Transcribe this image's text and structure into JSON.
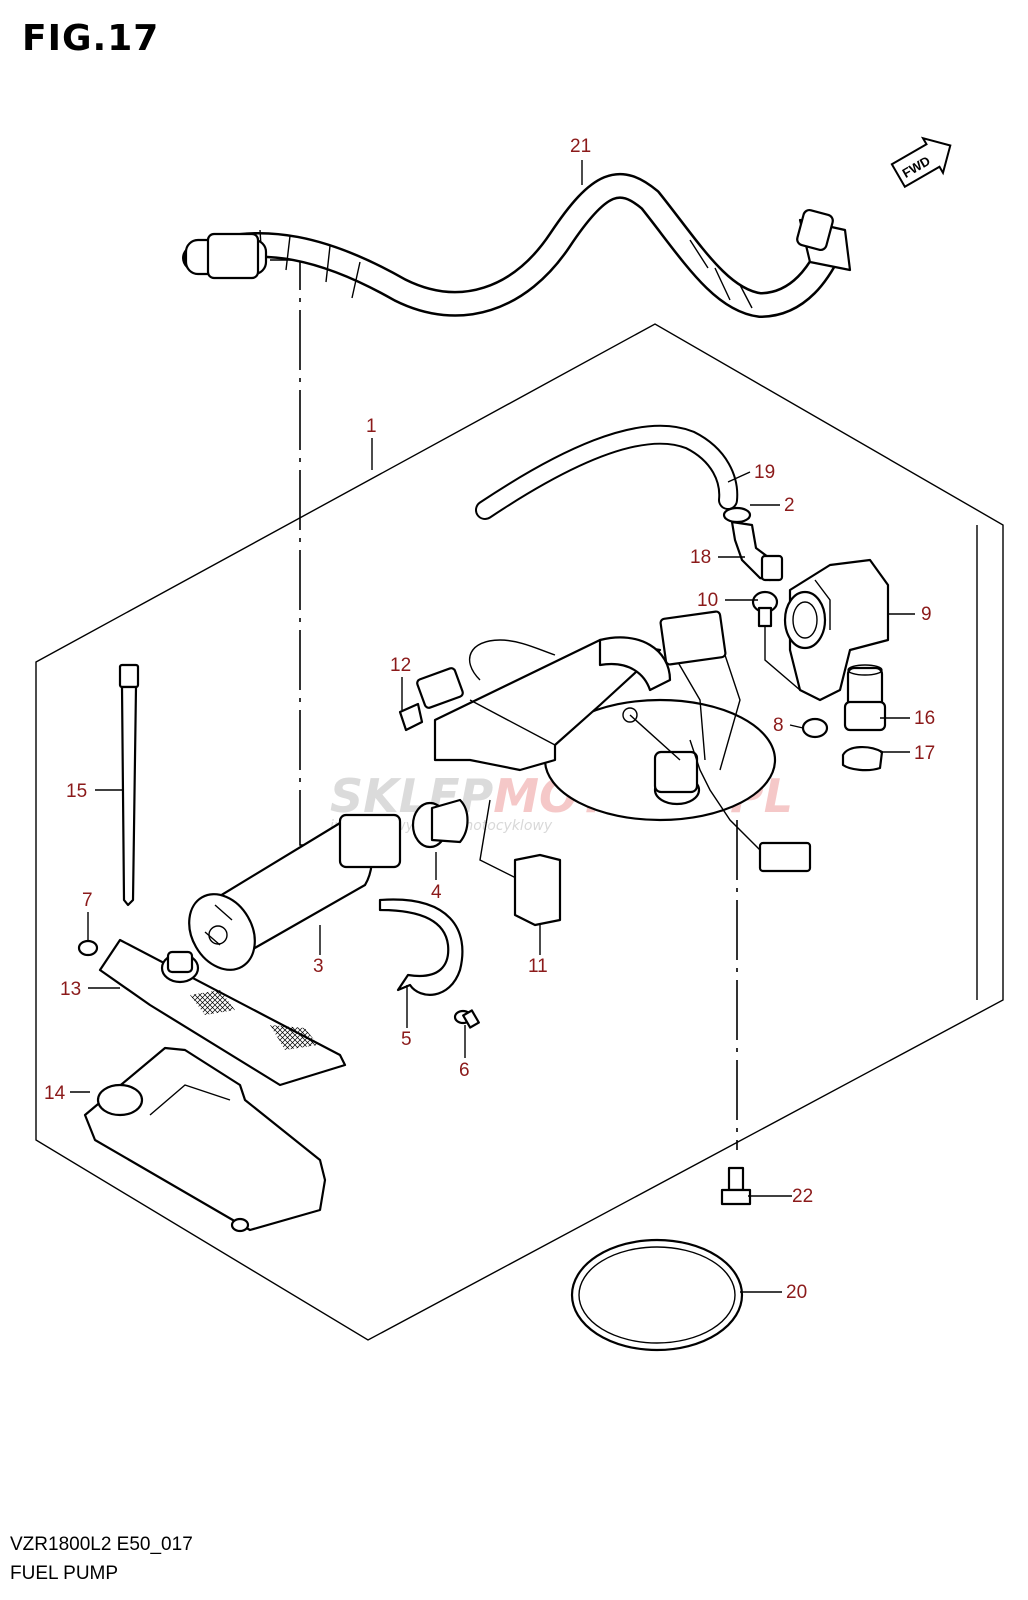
{
  "figure": {
    "title": "FIG.17",
    "model_code": "VZR1800L2 E50_017",
    "caption": "FUEL PUMP"
  },
  "direction_badge": "FWD",
  "watermark": {
    "brand_main": "SKLEP",
    "brand_accent": "MOTO48.PL",
    "tagline": "internetowy sklep motocyklowy"
  },
  "callouts": [
    {
      "number": "1"
    },
    {
      "number": "2"
    },
    {
      "number": "3"
    },
    {
      "number": "4"
    },
    {
      "number": "5"
    },
    {
      "number": "6"
    },
    {
      "number": "7"
    },
    {
      "number": "8"
    },
    {
      "number": "9"
    },
    {
      "number": "10"
    },
    {
      "number": "11"
    },
    {
      "number": "12"
    },
    {
      "number": "13"
    },
    {
      "number": "14"
    },
    {
      "number": "15"
    },
    {
      "number": "16"
    },
    {
      "number": "17"
    },
    {
      "number": "18"
    },
    {
      "number": "19"
    },
    {
      "number": "20"
    },
    {
      "number": "21"
    },
    {
      "number": "22"
    }
  ],
  "colors": {
    "callout_text": "#8b1a1a",
    "line": "#000000",
    "background": "#ffffff"
  }
}
